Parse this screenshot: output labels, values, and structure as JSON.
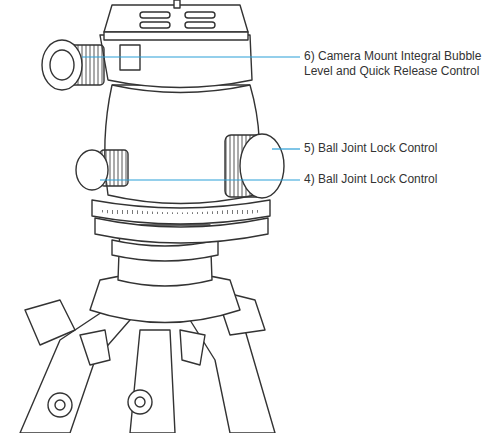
{
  "diagram": {
    "labels": [
      "6) Camera Mount Integral Bubble Level and Quick Release Control",
      "5) Ball Joint Lock Control",
      "4) Ball Joint Lock Control"
    ]
  }
}
